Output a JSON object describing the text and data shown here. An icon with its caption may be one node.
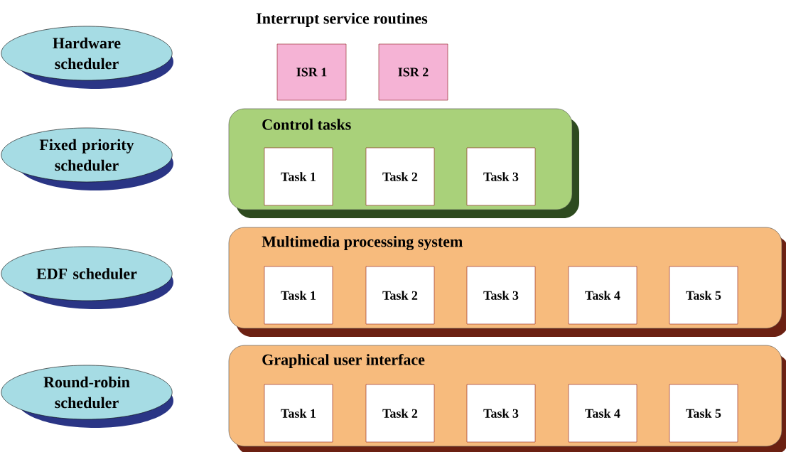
{
  "diagram": {
    "nodes": [
      {
        "text": [
          "Hardware scheduler"
        ]
      },
      {
        "text": [
          "Fixed priority scheduler"
        ]
      },
      {
        "text": [
          "EDF scheduler"
        ]
      },
      {
        "text": [
          "Round-robin scheduler"
        ]
      },
      {
        "text": [
          "ISR 1"
        ]
      },
      {
        "text": [
          "ISR 2"
        ]
      },
      {
        "text": [
          "Control tasks"
        ]
      },
      {
        "text": [
          "Task 1"
        ],
        "in": 6
      },
      {
        "text": [
          "Task 2"
        ],
        "in": 6
      },
      {
        "text": [
          "Task 3"
        ],
        "in": 6
      },
      {
        "text": [
          "Multimedia processing system"
        ]
      },
      {
        "text": [
          "Task 1"
        ],
        "in": 10
      },
      {
        "text": [
          "Task 2"
        ],
        "in": 10
      },
      {
        "text": [
          "Task 3"
        ],
        "in": 10
      },
      {
        "text": [
          "Task 4"
        ],
        "in": 10
      },
      {
        "text": [
          "Task 5"
        ],
        "in": 10
      },
      {
        "text": [
          "Graphical user interface"
        ]
      },
      {
        "text": [
          "Task 1"
        ],
        "in": 16
      },
      {
        "text": [
          "Task 2"
        ],
        "in": 16
      },
      {
        "text": [
          "Task 3"
        ],
        "in": 16
      },
      {
        "text": [
          "Task 4"
        ],
        "in": 16
      },
      {
        "text": [
          "Task 5"
        ],
        "in": 16
      }
    ],
    "labels": [
      "Interrupt service routines"
    ]
  }
}
